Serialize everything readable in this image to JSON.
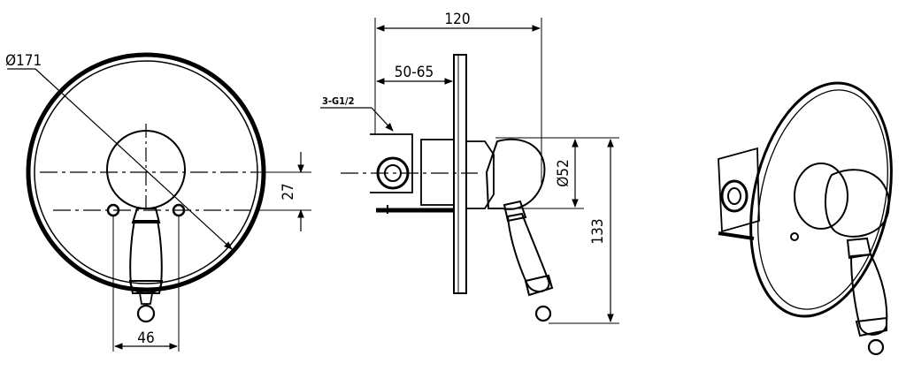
{
  "dimensions": {
    "diameter_plate": "Ø171",
    "height_offset": "27",
    "width_screws": "46",
    "depth_total": "120",
    "depth_adjust": "50-65",
    "inlet_spec": "3-G1/2",
    "diameter_handle_base": "Ø52",
    "height_total": "133"
  },
  "colors": {
    "line": "#000000",
    "background": "#ffffff"
  }
}
